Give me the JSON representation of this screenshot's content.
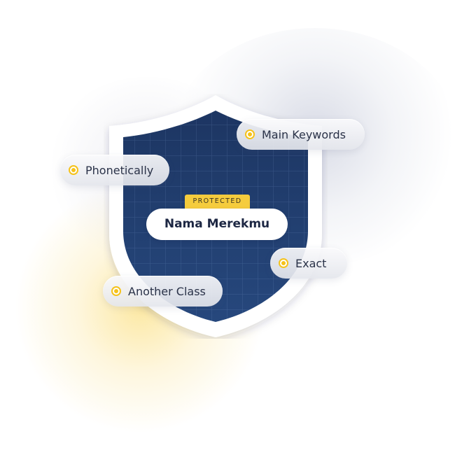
{
  "badge": {
    "label": "PROTECTED"
  },
  "brand": {
    "name": "Nama Merekmu"
  },
  "tags": {
    "main_keywords": "Main Keywords",
    "phonetically": "Phonetically",
    "exact": "Exact",
    "another_class": "Another Class"
  },
  "colors": {
    "shield_fill": "#1f3a66",
    "shield_border": "#ffffff",
    "accent_yellow": "#f5c21a",
    "badge_yellow": "#f5cc3d",
    "text_dark": "#1d2743"
  },
  "icons": {
    "tag_marker": "radio-dot-icon"
  }
}
